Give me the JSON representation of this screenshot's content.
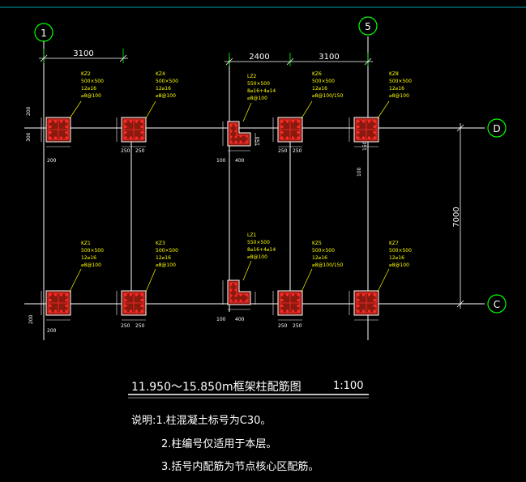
{
  "colors": {
    "background": "#000000",
    "axis": "#ffffff",
    "dimension": "#ffffff",
    "label": "#ffff00",
    "column_fill": "#8a1a0e",
    "column_edge": "#ffffff",
    "rebar": "#ff2a2a",
    "extension": "#00ff00",
    "border": "#00a0b0"
  },
  "axes": {
    "col_1": "1",
    "col_5": "5",
    "row_D": "D",
    "row_C": "C"
  },
  "dims": {
    "top_3100_left": "3100",
    "top_2400": "2400",
    "top_3100_right": "3100",
    "right_7000": "7000",
    "v200": "200",
    "v300": "300",
    "v250": "250",
    "v150": "150",
    "v100": "100",
    "v400": "400",
    "v150_b": "150",
    "v100_b": "100",
    "v200_b": "200"
  },
  "columns": {
    "kz2": {
      "mark": "KZ2",
      "size": "500×500",
      "bars": "12⌀16",
      "stirrup": "⌀8@100"
    },
    "kz4": {
      "mark": "KZ4",
      "size": "500×500",
      "bars": "12⌀16",
      "stirrup": "⌀8@100"
    },
    "lz2": {
      "mark": "LZ2",
      "size": "550×500",
      "bars": "8⌀16+4⌀14",
      "stirrup": "⌀8@100"
    },
    "kz6": {
      "mark": "KZ6",
      "size": "500×500",
      "bars": "12⌀16",
      "stirrup": "⌀8@100/150"
    },
    "kz8": {
      "mark": "KZ8",
      "size": "500×500",
      "bars": "12⌀16",
      "stirrup": "⌀8@100"
    },
    "kz1": {
      "mark": "KZ1",
      "size": "500×500",
      "bars": "12⌀16",
      "stirrup": "⌀8@100"
    },
    "kz3": {
      "mark": "KZ3",
      "size": "500×500",
      "bars": "12⌀16",
      "stirrup": "⌀8@100"
    },
    "lz1": {
      "mark": "LZ1",
      "size": "550×500",
      "bars": "8⌀16+4⌀14",
      "stirrup": "⌀8@100"
    },
    "kz5": {
      "mark": "KZ5",
      "size": "500×500",
      "bars": "12⌀16",
      "stirrup": "⌀8@100/150"
    },
    "kz7": {
      "mark": "KZ7",
      "size": "500×500",
      "bars": "12⌀16",
      "stirrup": "⌀8@100"
    }
  },
  "title": {
    "text": "11.950～15.850m框架柱配筋图",
    "scale": "1:100"
  },
  "notes": {
    "line1": "说明:1.柱混凝土标号为C30。",
    "line2": "2.柱编号仅适用于本层。",
    "line3": "3.括号内配筋为节点核心区配筋。"
  }
}
